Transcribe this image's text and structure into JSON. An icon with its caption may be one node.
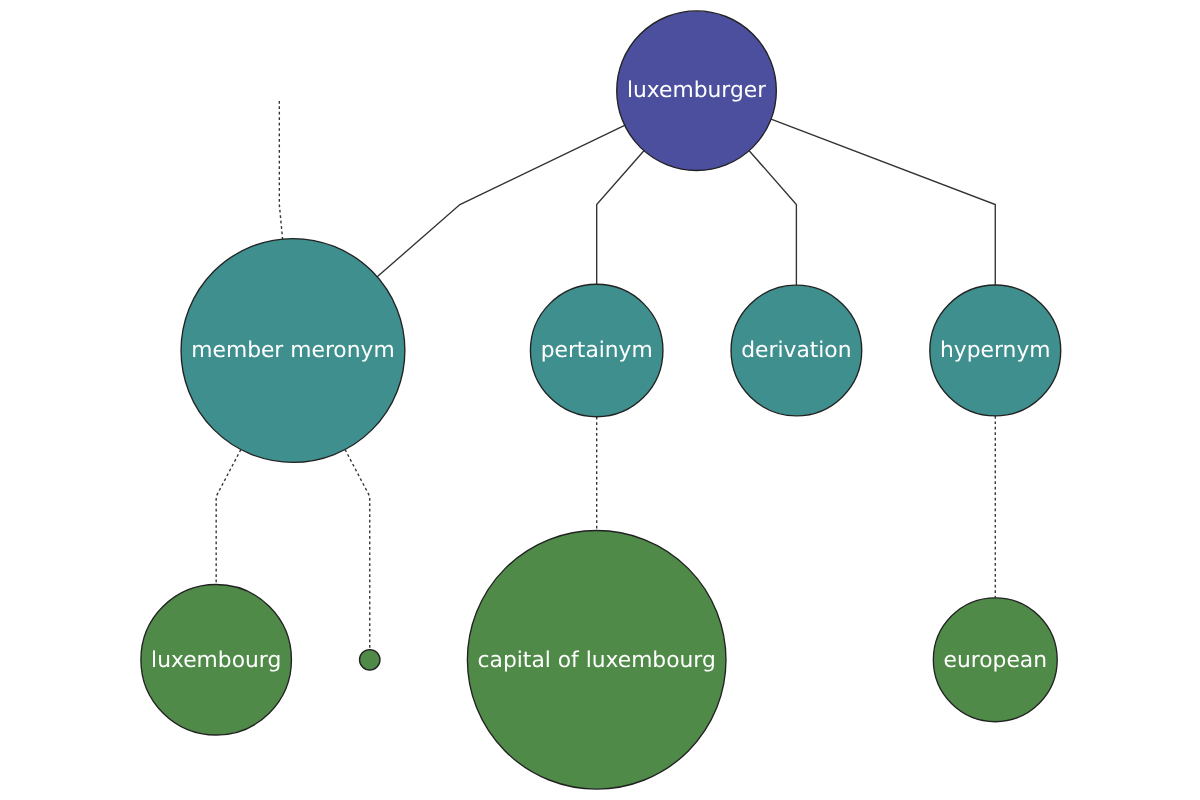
{
  "diagram": {
    "nodes": [
      {
        "text": [
          "luxemburger"
        ]
      },
      {
        "text": [
          "member meronym"
        ]
      },
      {
        "text": [
          "luxembourg"
        ]
      },
      {
        "text": [],
        "shape": "circle"
      },
      {
        "text": [
          "pertainym"
        ]
      },
      {
        "text": [
          "capital of luxembourg"
        ]
      },
      {
        "text": [
          "derivation"
        ]
      },
      {
        "text": [
          "hypernym"
        ]
      },
      {
        "text": [
          "european"
        ]
      }
    ],
    "edges": [
      {
        "from": 0,
        "to": 1,
        "arrow": "none"
      },
      {
        "from": 1,
        "to": 2,
        "arrow": "none",
        "style": "dashed"
      },
      {
        "from": 1,
        "to": 3,
        "arrow": "none",
        "style": "dashed"
      },
      {
        "from": null,
        "to": 1,
        "arrow": "none",
        "style": "dashed"
      },
      {
        "from": 0,
        "to": 4,
        "arrow": "none"
      },
      {
        "from": 4,
        "to": 5,
        "arrow": "none",
        "style": "dashed"
      },
      {
        "from": 0,
        "to": 6,
        "arrow": "none"
      },
      {
        "from": 0,
        "to": 7,
        "arrow": "none"
      },
      {
        "from": 7,
        "to": 8,
        "arrow": "none",
        "style": "dashed"
      }
    ]
  }
}
